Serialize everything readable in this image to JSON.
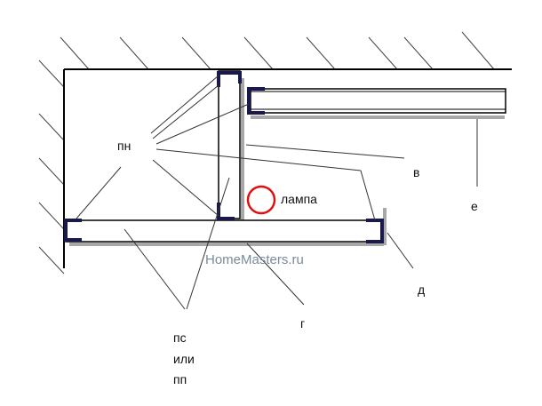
{
  "labels": {
    "pn": "пн",
    "v": "в",
    "e": "е",
    "lamp": "лампа",
    "d": "д",
    "g": "г",
    "ps": "пс",
    "ili": "или",
    "pp": "пп"
  },
  "watermark": "HomeMasters.ru",
  "colors": {
    "line": "#000000",
    "profile": "#1a1a4a",
    "shadow": "#a8a8a8",
    "lamp": "#e01010",
    "hatch": "#444444",
    "watermark": "#7a8a9a"
  }
}
